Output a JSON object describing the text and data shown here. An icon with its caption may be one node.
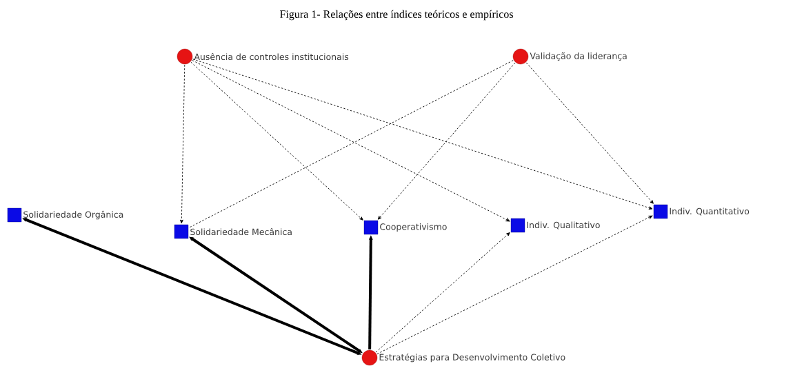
{
  "diagram": {
    "title": "Figura 1- Relações entre índices teóricos e empíricos",
    "nodes": [
      {
        "text": [],
        "shape": "circle",
        "beside": [
          "Ausência de controles institucionais"
        ]
      },
      {
        "text": [],
        "shape": "circle",
        "beside": [
          "Validação da liderança"
        ]
      },
      {
        "text": [],
        "shape": "box",
        "beside": [
          "Solidariedade  Orgânica"
        ]
      },
      {
        "text": [],
        "shape": "box",
        "beside": [
          "Solidariedade Mecânica"
        ]
      },
      {
        "text": [],
        "shape": "box",
        "beside": [
          "Cooperativismo"
        ]
      },
      {
        "text": [],
        "shape": "box",
        "beside": [
          "Indiv. Qualitativo"
        ]
      },
      {
        "text": [],
        "shape": "box",
        "beside": [
          "Indiv. Quantitativo"
        ]
      },
      {
        "text": [],
        "shape": "circle",
        "beside": [
          "Estratégias para Desenvolvimento Coletivo"
        ]
      }
    ],
    "edges": [
      {
        "from": 0,
        "to": 3,
        "arrow": "to",
        "style": "dashed"
      },
      {
        "from": 0,
        "to": 4,
        "arrow": "to",
        "style": "dashed"
      },
      {
        "from": 0,
        "to": 5,
        "arrow": "to",
        "style": "dashed"
      },
      {
        "from": 0,
        "to": 6,
        "arrow": "to",
        "style": "dashed"
      },
      {
        "from": 1,
        "to": 3,
        "arrow": "none",
        "style": "dashed"
      },
      {
        "from": 1,
        "to": 4,
        "arrow": "to",
        "style": "dashed"
      },
      {
        "from": 1,
        "to": 6,
        "arrow": "to",
        "style": "dashed"
      },
      {
        "from": 7,
        "to": 2,
        "arrow": "both",
        "style": "thick"
      },
      {
        "from": 7,
        "to": 3,
        "arrow": "both",
        "style": "thick"
      },
      {
        "from": 7,
        "to": 4,
        "arrow": "to",
        "style": "thick"
      },
      {
        "from": 7,
        "to": 5,
        "arrow": "to",
        "style": "dashed"
      },
      {
        "from": 7,
        "to": 6,
        "arrow": "to",
        "style": "dashed"
      }
    ]
  }
}
